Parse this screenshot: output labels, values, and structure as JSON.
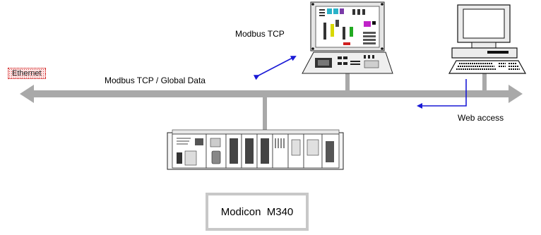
{
  "network": {
    "ethernet_label": "Ethernet",
    "bus_label": "Modbus TCP / Global Data",
    "hmi_link_label": "Modbus TCP",
    "web_link_label": "Web access"
  },
  "controller": {
    "name": "Modicon  M340"
  },
  "colors": {
    "bus": "#a9a9a9",
    "arrow": "#1a1ad6",
    "frame": "#555555"
  }
}
